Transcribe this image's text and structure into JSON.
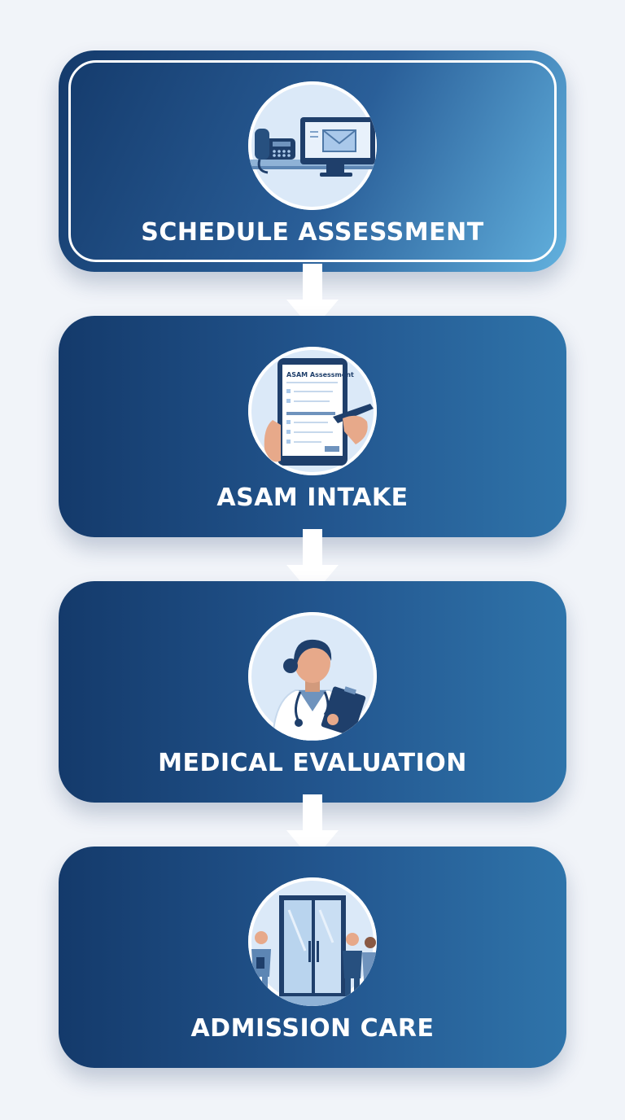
{
  "steps": [
    {
      "label": "SCHEDULE ASSESSMENT",
      "icon": "phone-and-computer-icon",
      "highlighted": true
    },
    {
      "label": "ASAM INTAKE",
      "icon": "tablet-form-icon",
      "screen_title": "ASAM Assessment"
    },
    {
      "label": "MEDICAL EVALUATION",
      "icon": "doctor-with-clipboard-icon"
    },
    {
      "label": "ADMISSION CARE",
      "icon": "staff-at-entrance-icon"
    }
  ],
  "colors": {
    "card_start": "#143a6b",
    "card_end": "#2f74aa",
    "highlight_end": "#62b1de",
    "arrow": "#ffffff",
    "icon_bg": "#dbe9f8",
    "background": "#f1f4f9"
  }
}
